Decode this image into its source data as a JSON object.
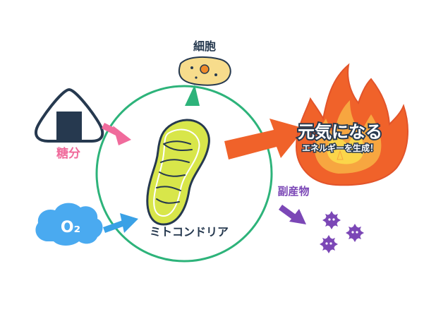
{
  "labels": {
    "cell": "細胞",
    "sugar": "糖分",
    "oxygen": "O₂",
    "mitochondria": "ミトコンドリア",
    "energy_title": "元気になる",
    "energy_subtitle": "エネルギーを生成！",
    "byproduct": "副産物"
  },
  "colors": {
    "circle": "#2db37a",
    "sugar": "#f06b9c",
    "oxygen": "#3aa1e6",
    "energy_arrow": "#f0622a",
    "byproduct": "#7b47b6",
    "mito_fill": "#d8e64a",
    "cloud": "#4aaaf0",
    "onigiri_nori": "#26394f"
  },
  "icons": {
    "cell": "cell-icon",
    "rice_ball": "rice-ball-icon",
    "oxygen_cloud": "oxygen-cloud-icon",
    "mitochondria": "mitochondria-icon",
    "fire": "fire-icon",
    "byproduct_particles": "byproduct-particle-icon"
  }
}
